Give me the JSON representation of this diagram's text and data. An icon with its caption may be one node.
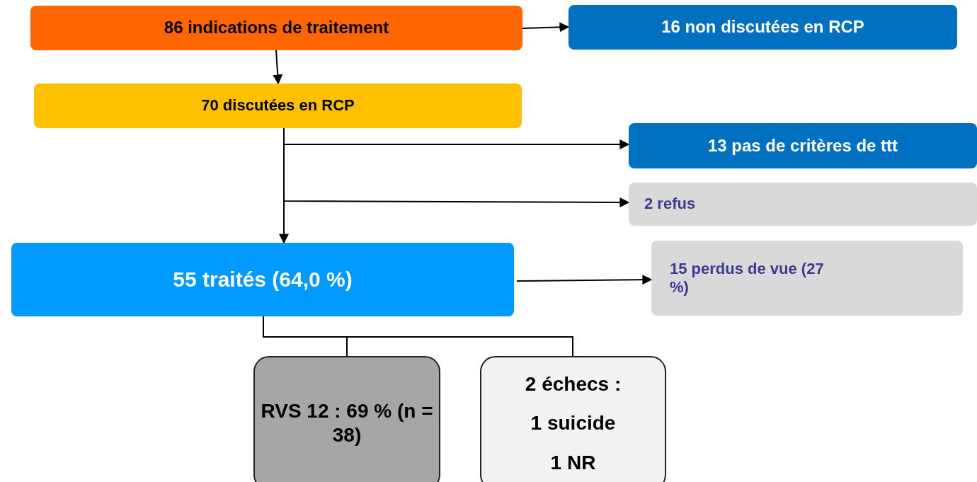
{
  "diagram": {
    "nodes": [
      {
        "text": [
          "86 indications de traitement"
        ]
      },
      {
        "text": [
          "16 non discutées en RCP"
        ]
      },
      {
        "text": [
          "70 discutées en RCP"
        ]
      },
      {
        "text": [
          "13 pas de critères de ttt"
        ]
      },
      {
        "text": [
          "2 refus"
        ]
      },
      {
        "text": [
          "55 traités (64,0 %)"
        ]
      },
      {
        "text": [
          "15 perdus de vue (27 %)"
        ]
      },
      {
        "text": [
          "RVS 12 : 69 % (n = 38)"
        ]
      },
      {
        "text": [
          "2 échecs :",
          "1 suicide",
          "1 NR"
        ]
      }
    ],
    "edges": [
      {
        "from": 0,
        "to": 1,
        "arrow": "to"
      },
      {
        "from": 0,
        "to": 2,
        "arrow": "to"
      },
      {
        "from": 2,
        "to": 3,
        "arrow": "to"
      },
      {
        "from": 2,
        "to": 4,
        "arrow": "to"
      },
      {
        "from": 2,
        "to": 5,
        "arrow": "to"
      },
      {
        "from": 5,
        "to": 6,
        "arrow": "to"
      },
      {
        "from": 5,
        "to": 7,
        "arrow": "none"
      },
      {
        "from": 5,
        "to": 8,
        "arrow": "none"
      }
    ]
  }
}
